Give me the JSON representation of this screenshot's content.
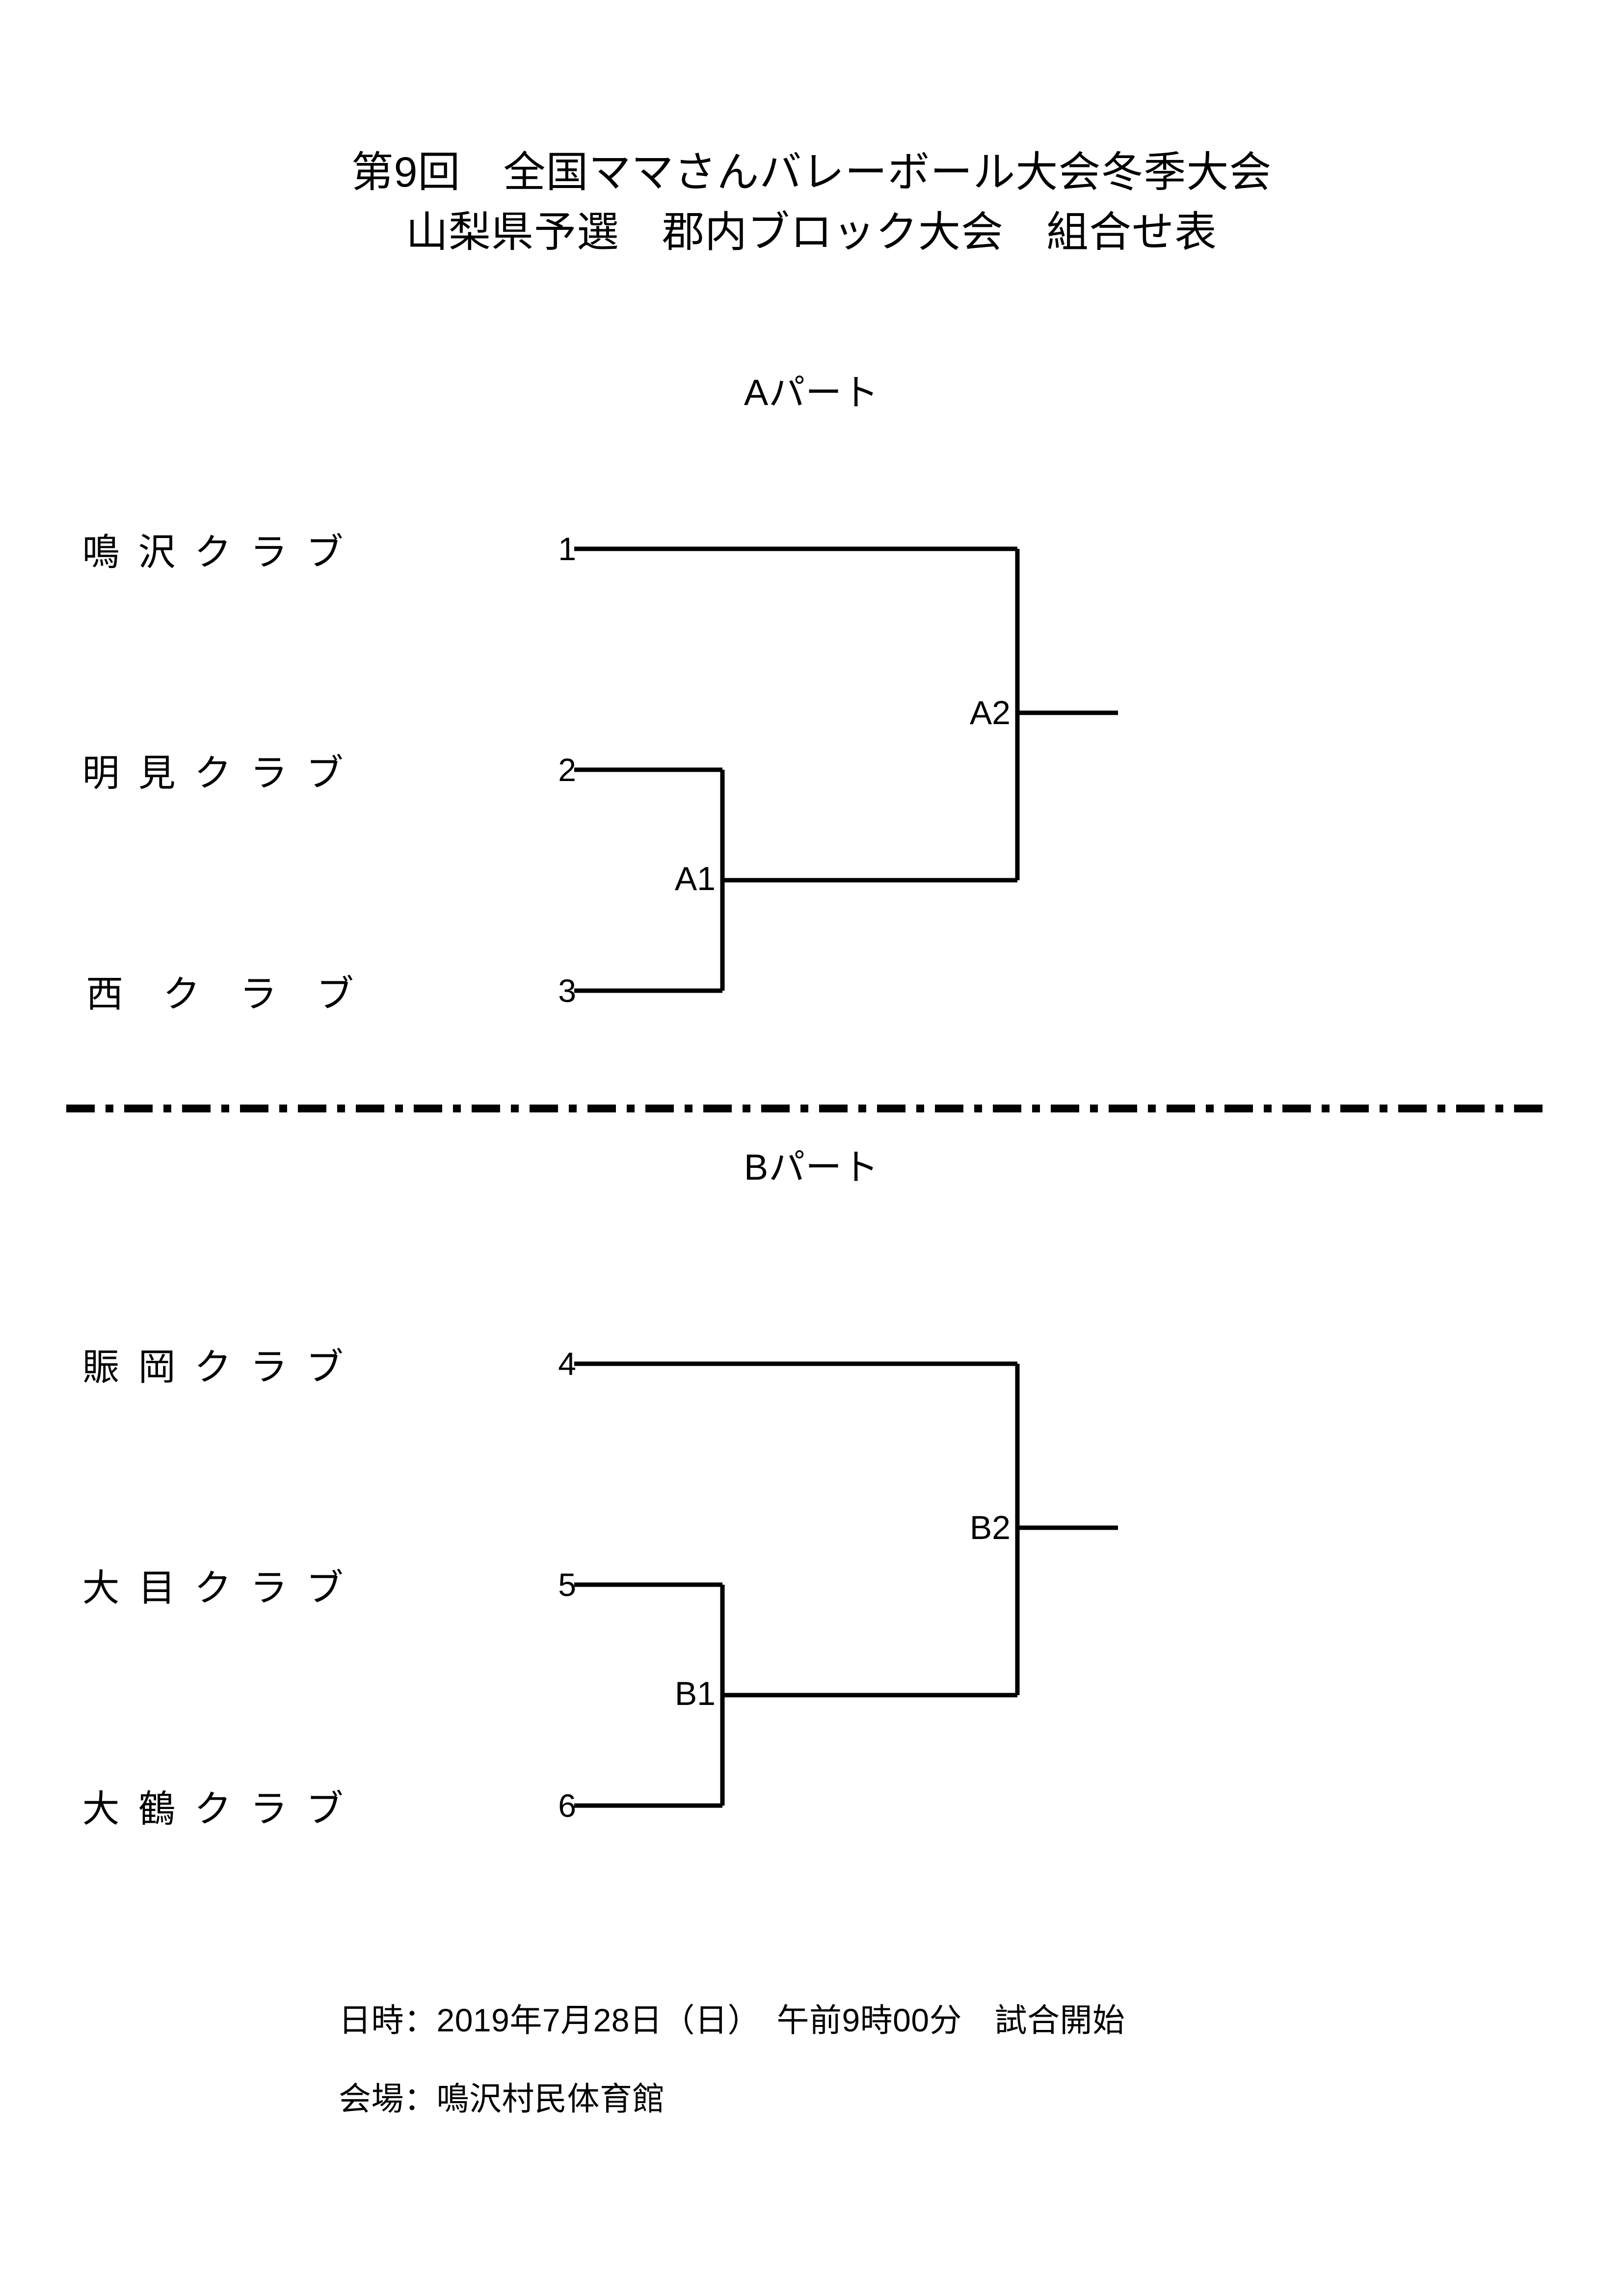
{
  "title": {
    "line1": "第9回　全国ママさんバレーボール大会冬季大会",
    "line2": "山梨県予選　郡内ブロック大会　組合せ表"
  },
  "parts": [
    {
      "id": "A",
      "label": "Aパート",
      "teams": [
        {
          "name": "鳴沢クラブ",
          "number": "1"
        },
        {
          "name": "明見クラブ",
          "number": "2"
        },
        {
          "name": "西クラブ",
          "number": "3"
        }
      ],
      "junctions": [
        {
          "id": "A1",
          "label": "A1"
        },
        {
          "id": "A2",
          "label": "A2"
        }
      ]
    },
    {
      "id": "B",
      "label": "Bパート",
      "teams": [
        {
          "name": "賑岡クラブ",
          "number": "4"
        },
        {
          "name": "大目クラブ",
          "number": "5"
        },
        {
          "name": "大鶴クラブ",
          "number": "6"
        }
      ],
      "junctions": [
        {
          "id": "B1",
          "label": "B1"
        },
        {
          "id": "B2",
          "label": "B2"
        }
      ]
    }
  ],
  "footer": {
    "datetime": "日時：2019年7月28日（日）　午前9時00分　試合開始",
    "venue": "会場：鳴沢村民体育館"
  },
  "colors": {
    "ink": "#000000",
    "paper": "#ffffff"
  },
  "bracket_structure": {
    "type": "single-elimination",
    "description": "3チームによるトーナメント。第2シードと第3シードが1回戦（A1/B1）で対戦し、勝者が第1シードと決勝（A2/B2）で対戦する。",
    "matches": [
      {
        "id": "A1",
        "round": 1,
        "entrants": [
          "2",
          "3"
        ]
      },
      {
        "id": "A2",
        "round": 2,
        "entrants": [
          "1",
          "A1 winner"
        ]
      },
      {
        "id": "B1",
        "round": 1,
        "entrants": [
          "5",
          "6"
        ]
      },
      {
        "id": "B2",
        "round": 2,
        "entrants": [
          "4",
          "B1 winner"
        ]
      }
    ]
  }
}
